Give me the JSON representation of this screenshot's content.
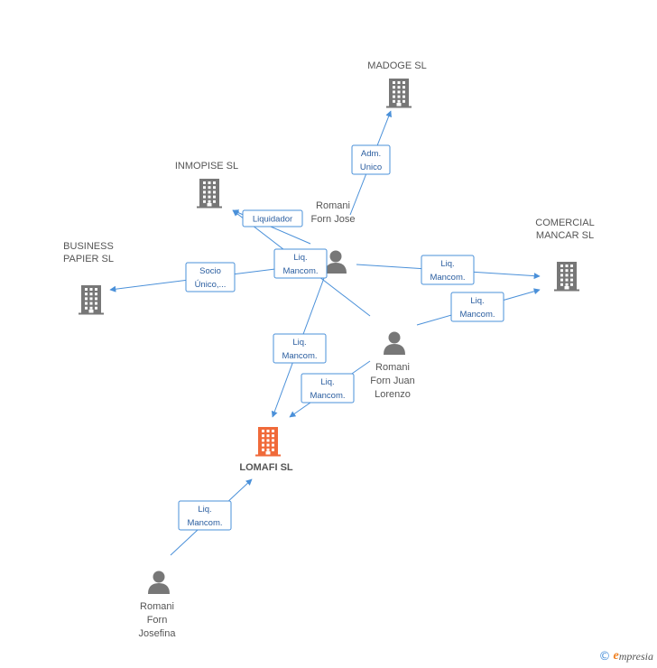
{
  "colors": {
    "edge": "#4a90d9",
    "company": "#777777",
    "main_company": "#f06a3a",
    "person": "#777777",
    "text": "#555555"
  },
  "nodes": [
    {
      "id": "madoge",
      "type": "company",
      "label_lines": [
        "MADOGE SL"
      ]
    },
    {
      "id": "inmopise",
      "type": "company",
      "label_lines": [
        "INMOPISE SL"
      ]
    },
    {
      "id": "business",
      "type": "company",
      "label_lines": [
        "BUSINESS",
        "PAPIER SL"
      ]
    },
    {
      "id": "comercial",
      "type": "company",
      "label_lines": [
        "COMERCIAL",
        "MANCAR SL"
      ]
    },
    {
      "id": "lomafi",
      "type": "main_company",
      "label_lines": [
        "LOMAFI SL"
      ]
    },
    {
      "id": "jose",
      "type": "person",
      "label_lines": [
        "Romani",
        "Forn Jose"
      ]
    },
    {
      "id": "juan",
      "type": "person",
      "label_lines": [
        "Romani",
        "Forn Juan",
        "Lorenzo"
      ]
    },
    {
      "id": "josefina",
      "type": "person",
      "label_lines": [
        "Romani",
        "Forn",
        "Josefina"
      ]
    }
  ],
  "edges": [
    {
      "from": "jose",
      "to": "madoge",
      "label_lines": [
        "Adm.",
        "Unico"
      ]
    },
    {
      "from": "jose",
      "to": "inmopise",
      "label_lines": [
        "Liquidador"
      ]
    },
    {
      "from": "juan",
      "to": "inmopise",
      "label_lines": [
        "Liq.",
        "Mancom."
      ]
    },
    {
      "from": "jose",
      "to": "business",
      "label_lines": [
        "Socio",
        "Único,..."
      ]
    },
    {
      "from": "jose",
      "to": "comercial",
      "label_lines": [
        "Liq.",
        "Mancom."
      ]
    },
    {
      "from": "juan",
      "to": "comercial",
      "label_lines": [
        "Liq.",
        "Mancom."
      ]
    },
    {
      "from": "jose",
      "to": "lomafi",
      "label_lines": [
        "Liq.",
        "Mancom."
      ]
    },
    {
      "from": "juan",
      "to": "lomafi",
      "label_lines": [
        "Liq.",
        "Mancom."
      ]
    },
    {
      "from": "josefina",
      "to": "lomafi",
      "label_lines": [
        "Liq.",
        "Mancom."
      ]
    }
  ],
  "footer": {
    "copyright": "©",
    "brand_initial": "e",
    "brand_rest": "mpresia"
  }
}
